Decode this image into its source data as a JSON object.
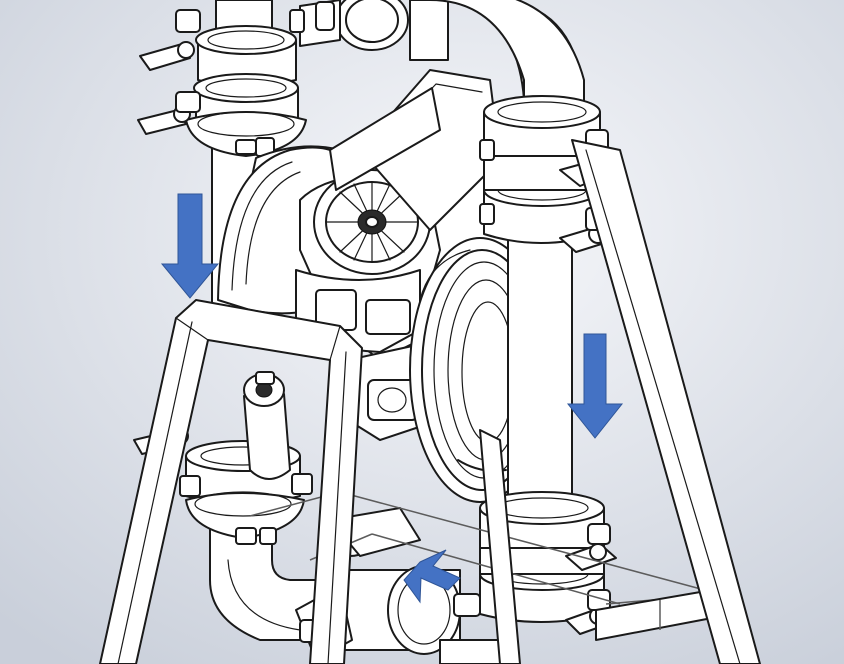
{
  "colors": {
    "background_center": "#f7f8fb",
    "background_edge": "#c9cfda",
    "line": "#1a1a1a",
    "arrow": "#4472c4",
    "arrow_stroke": "#2f5597"
  },
  "arrows": [
    {
      "name": "arrow-down-left",
      "direction": "down"
    },
    {
      "name": "arrow-down-right",
      "direction": "down"
    },
    {
      "name": "arrow-up-diagonal",
      "direction": "up-right"
    }
  ]
}
